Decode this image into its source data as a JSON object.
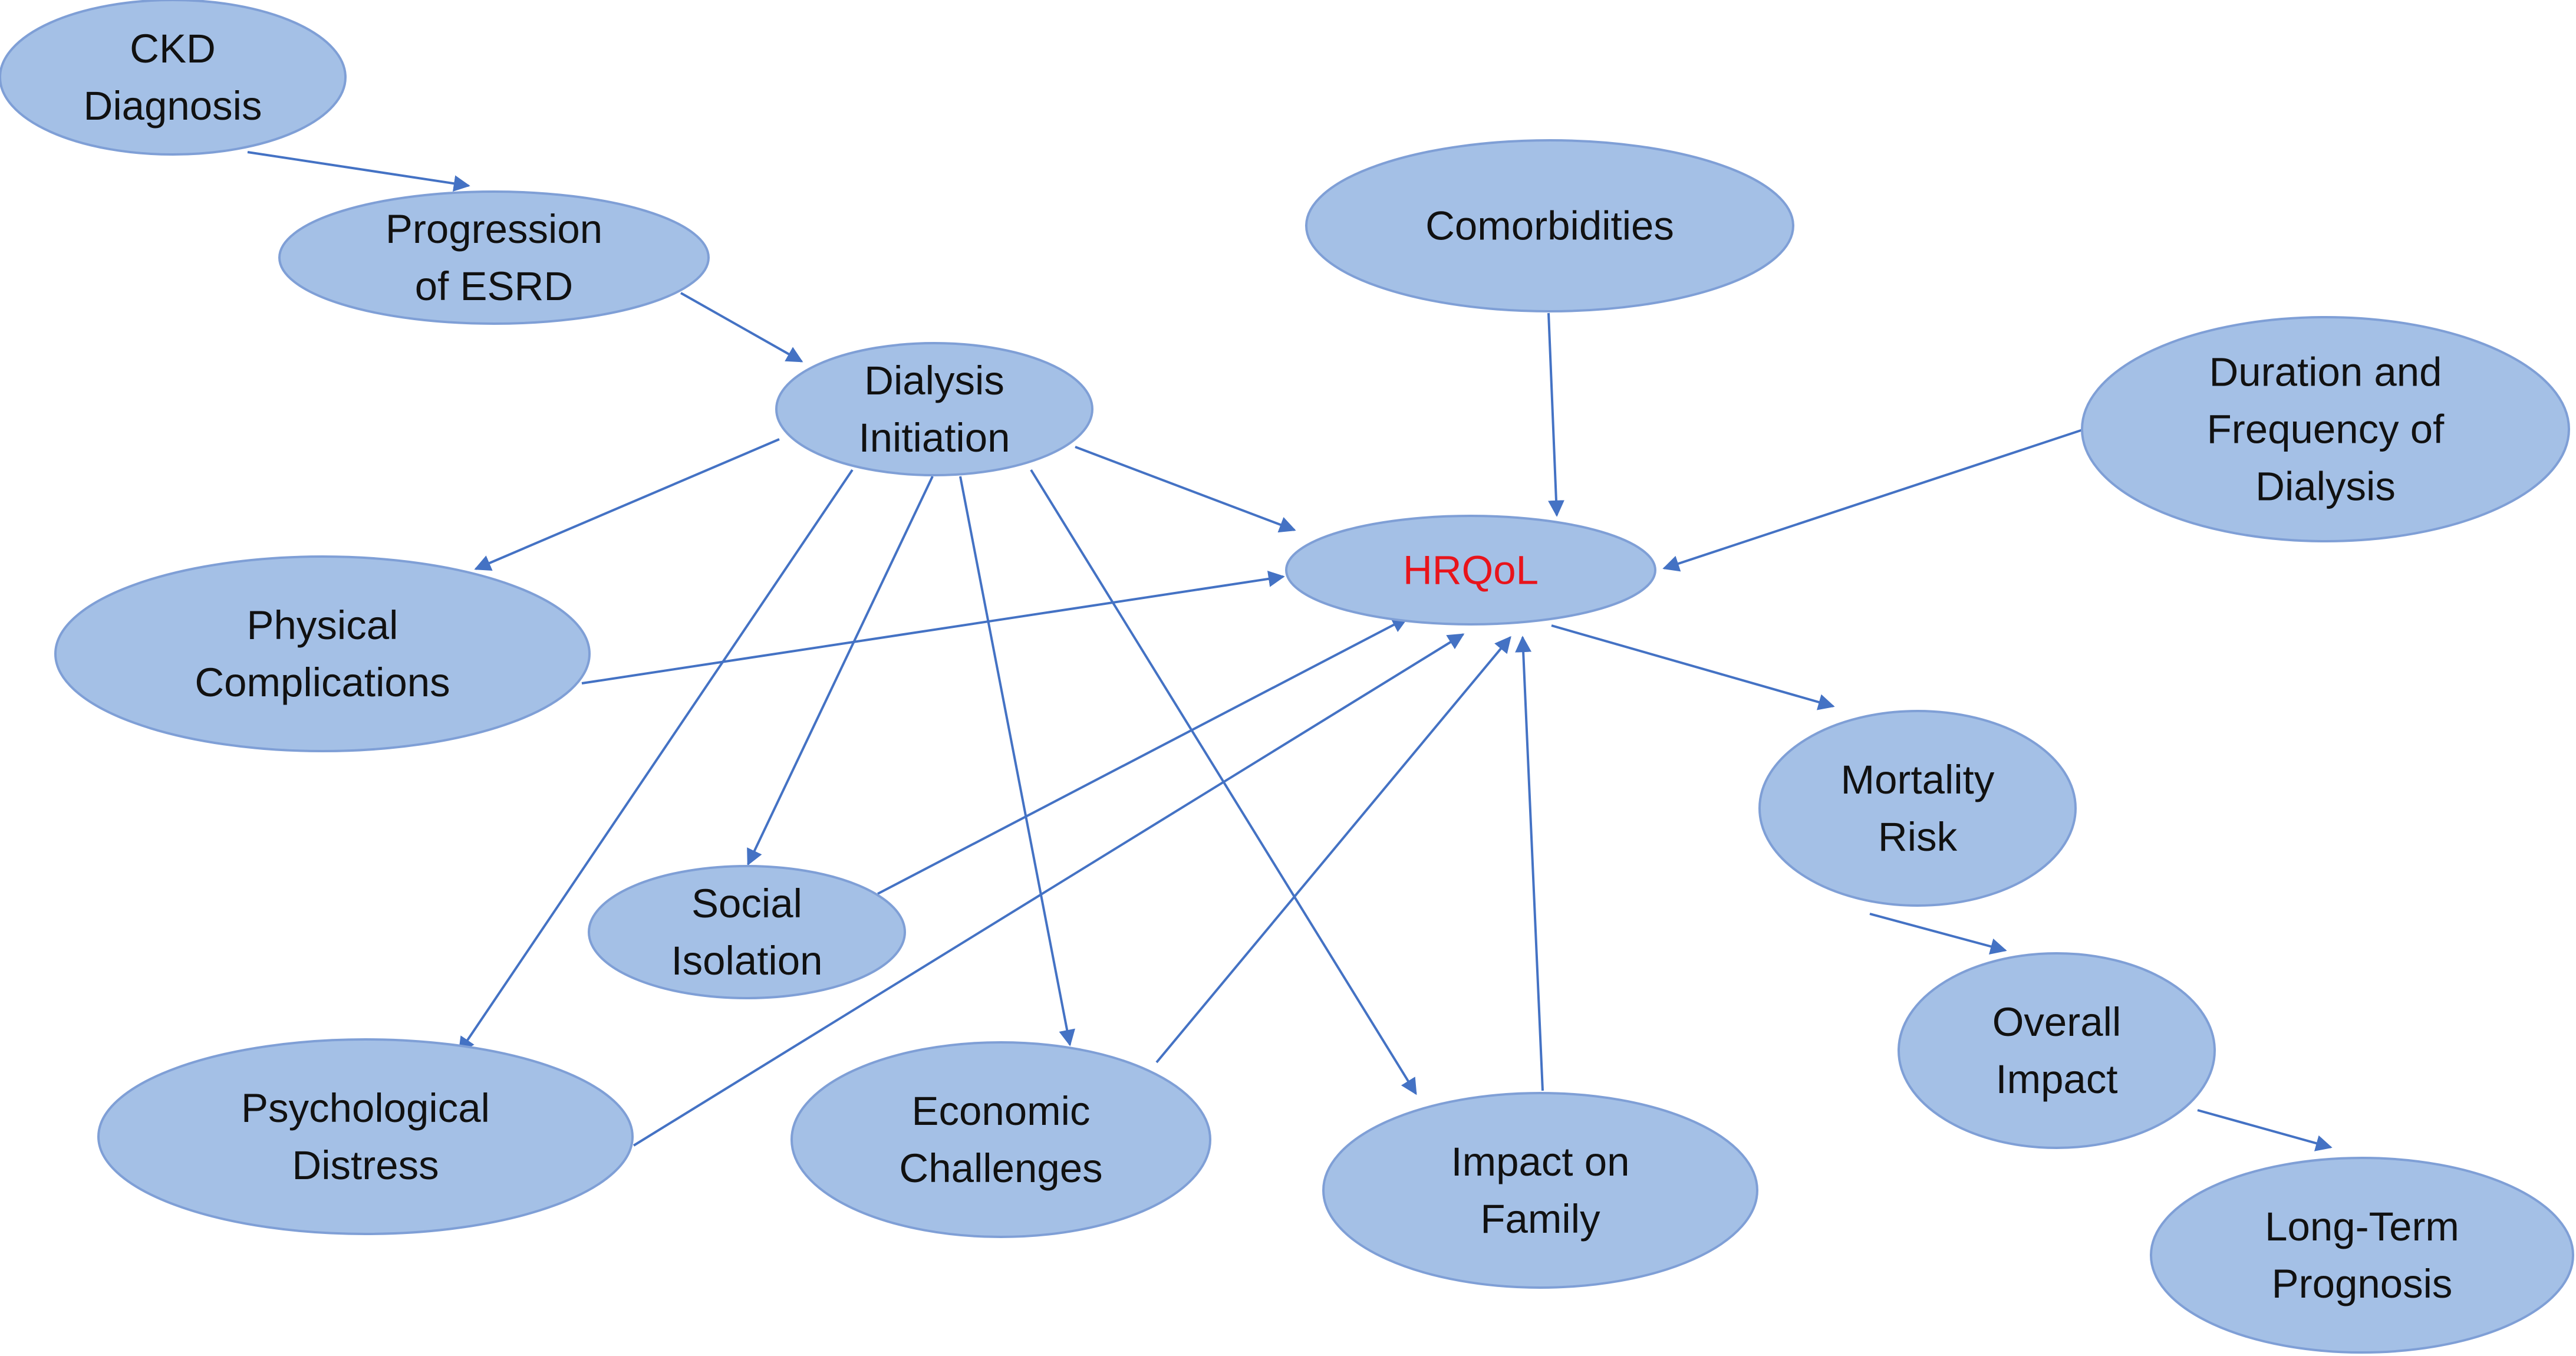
{
  "colors": {
    "node_fill": "#a4c0e6",
    "node_stroke": "#7f9fd6",
    "edge": "#4472c4",
    "text": "#111111",
    "highlight_text": "#e8141b"
  },
  "nodes": [
    {
      "id": "ckd",
      "lines": [
        "CKD",
        "Diagnosis"
      ]
    },
    {
      "id": "esrd",
      "lines": [
        "Progression",
        "of ESRD"
      ]
    },
    {
      "id": "dialysis",
      "lines": [
        "Dialysis",
        "Initiation"
      ]
    },
    {
      "id": "comorb",
      "lines": [
        "Comorbidities"
      ]
    },
    {
      "id": "duration",
      "lines": [
        "Duration and",
        "Frequency of",
        "Dialysis"
      ]
    },
    {
      "id": "hrqol",
      "lines": [
        "HRQoL"
      ]
    },
    {
      "id": "physical",
      "lines": [
        "Physical",
        "Complications"
      ]
    },
    {
      "id": "mortality",
      "lines": [
        "Mortality",
        "Risk"
      ]
    },
    {
      "id": "social",
      "lines": [
        "Social",
        "Isolation"
      ]
    },
    {
      "id": "overall",
      "lines": [
        "Overall",
        "Impact"
      ]
    },
    {
      "id": "psych",
      "lines": [
        "Psychological",
        "Distress"
      ]
    },
    {
      "id": "economic",
      "lines": [
        "Economic",
        "Challenges"
      ]
    },
    {
      "id": "family",
      "lines": [
        "Impact on",
        "Family"
      ]
    },
    {
      "id": "longterm",
      "lines": [
        "Long-Term",
        "Prognosis"
      ]
    }
  ],
  "edges": [
    {
      "from": "ckd",
      "to": "esrd"
    },
    {
      "from": "esrd",
      "to": "dialysis"
    },
    {
      "from": "dialysis",
      "to": "hrqol"
    },
    {
      "from": "dialysis",
      "to": "physical"
    },
    {
      "from": "dialysis",
      "to": "psych"
    },
    {
      "from": "dialysis",
      "to": "social"
    },
    {
      "from": "dialysis",
      "to": "economic"
    },
    {
      "from": "dialysis",
      "to": "family"
    },
    {
      "from": "comorb",
      "to": "hrqol"
    },
    {
      "from": "duration",
      "to": "hrqol"
    },
    {
      "from": "physical",
      "to": "hrqol"
    },
    {
      "from": "social",
      "to": "hrqol"
    },
    {
      "from": "psych",
      "to": "hrqol"
    },
    {
      "from": "economic",
      "to": "hrqol"
    },
    {
      "from": "family",
      "to": "hrqol"
    },
    {
      "from": "hrqol",
      "to": "mortality"
    },
    {
      "from": "mortality",
      "to": "overall"
    },
    {
      "from": "overall",
      "to": "longterm"
    }
  ]
}
